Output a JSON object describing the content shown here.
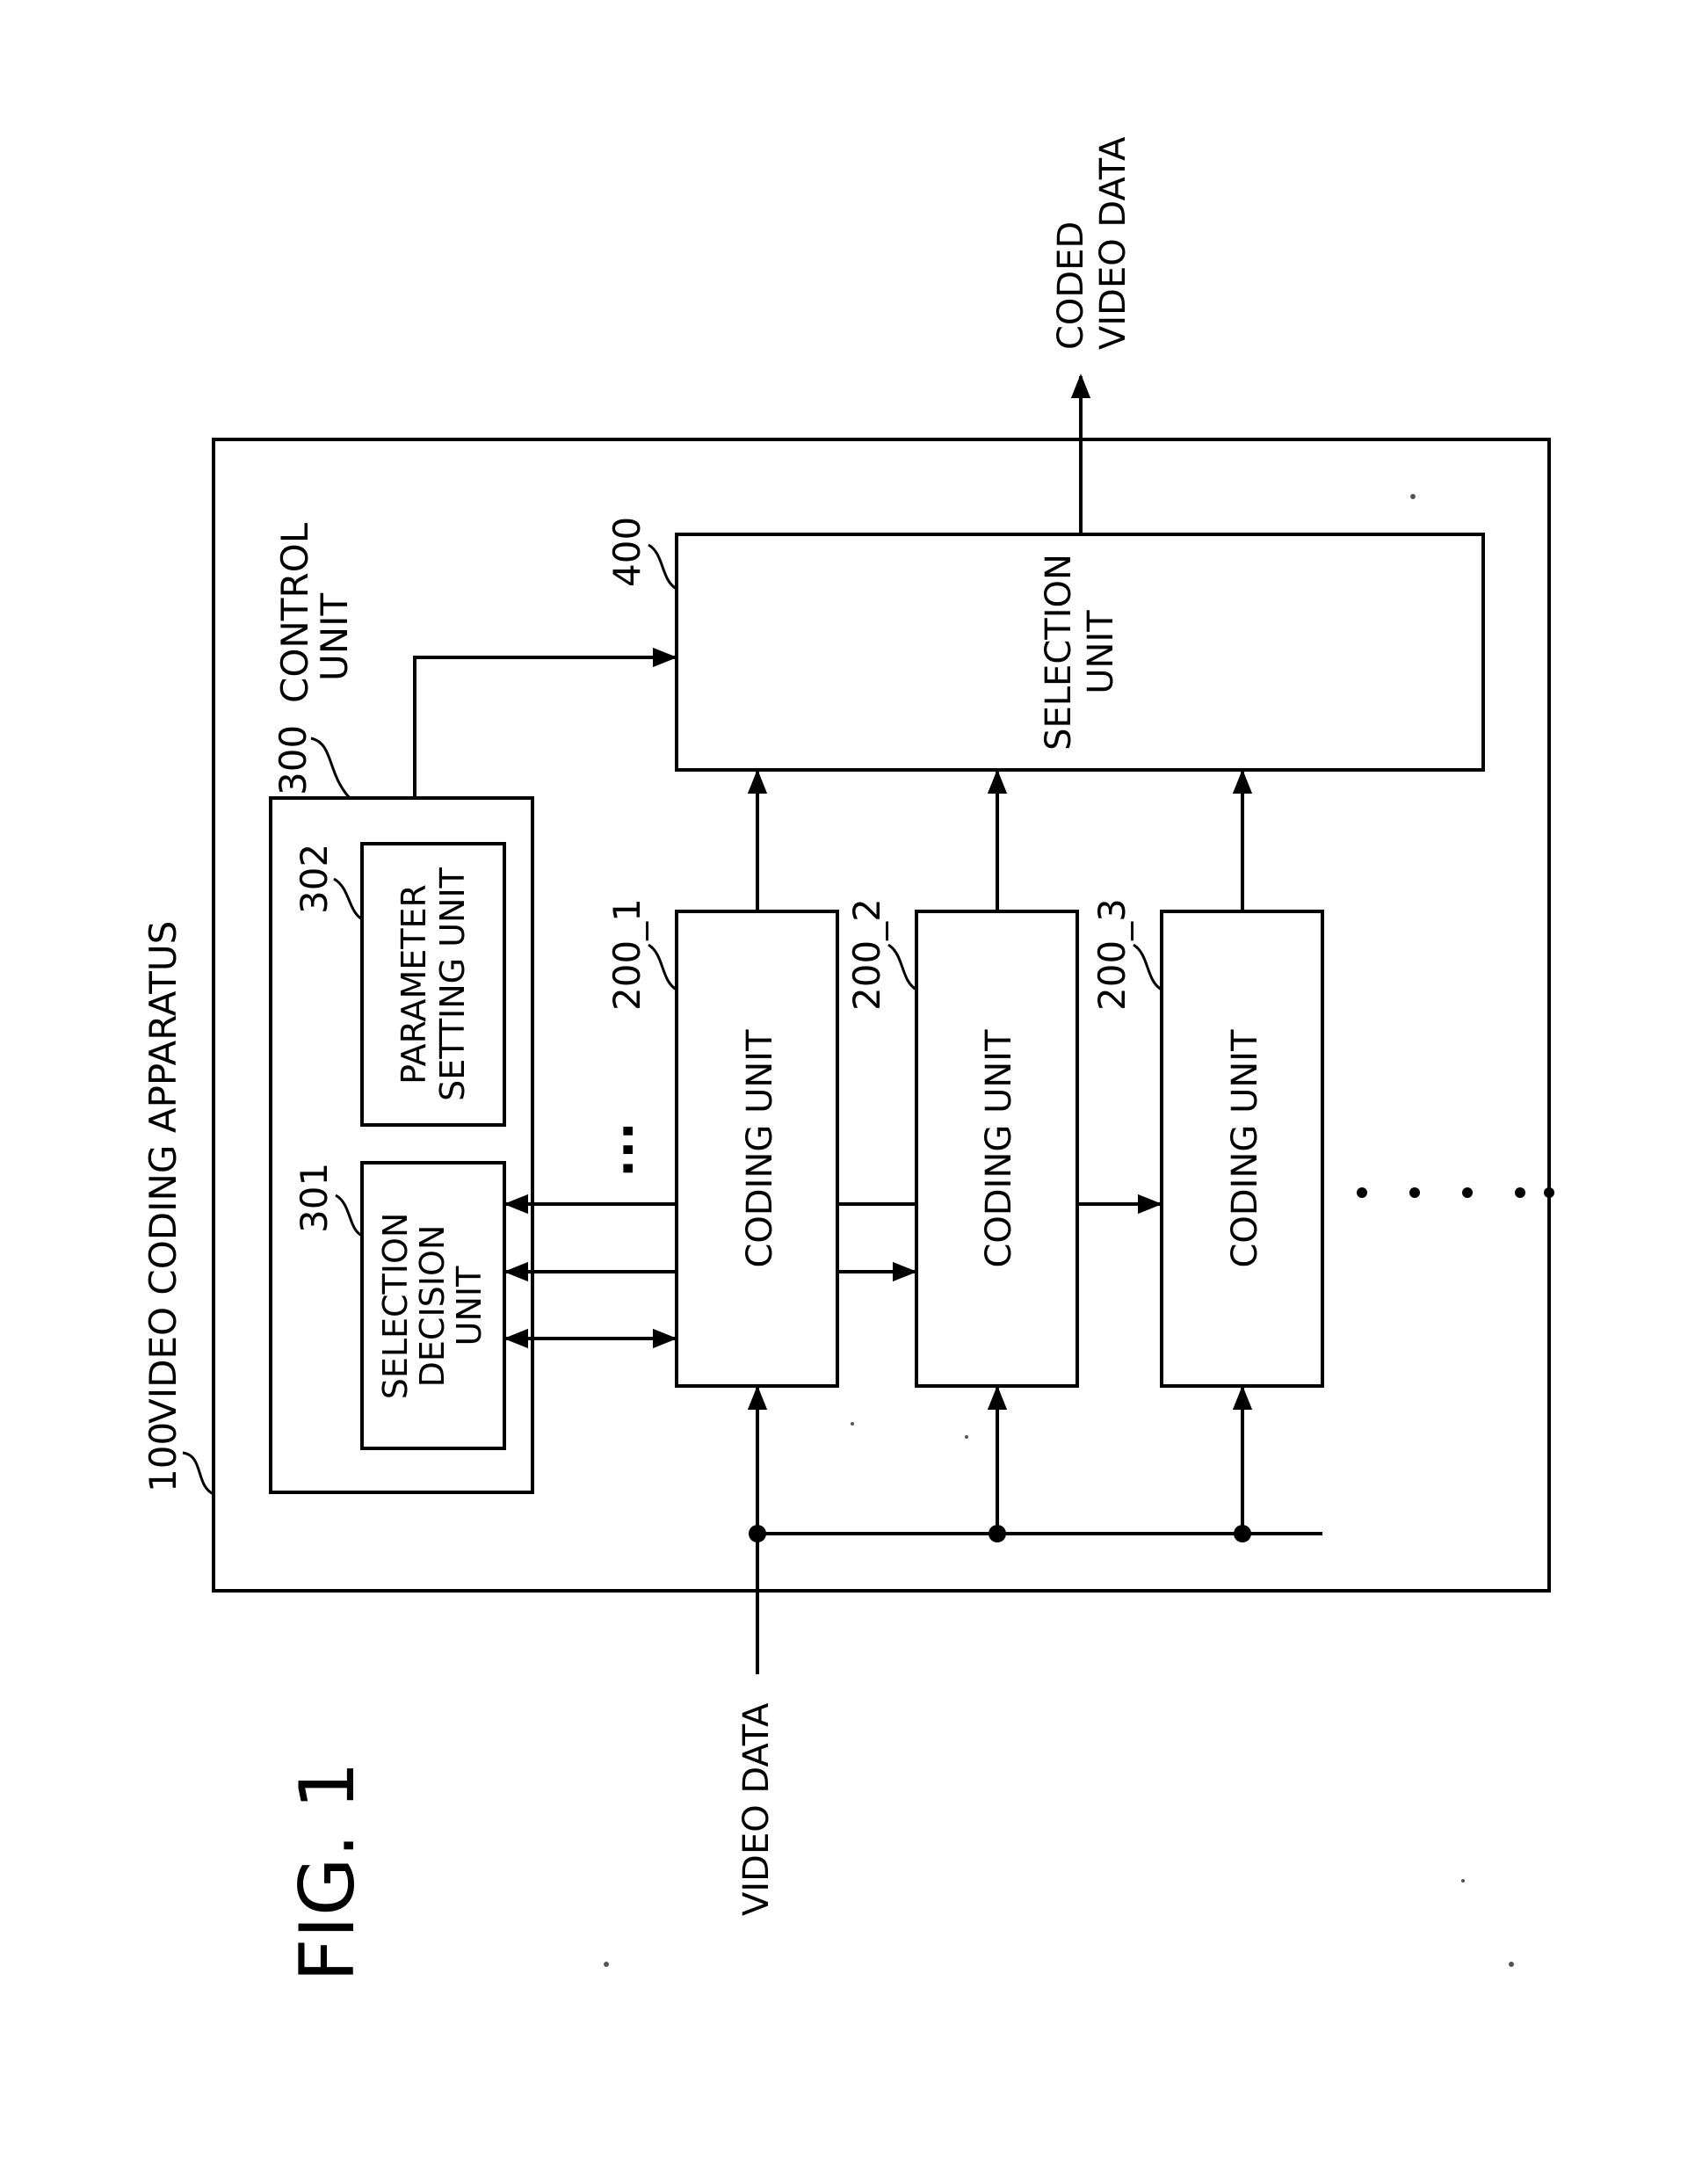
{
  "figure": {
    "label": "FIG. 1"
  },
  "apparatus": {
    "ref": "100",
    "name": "VIDEO CODING APPARATUS"
  },
  "control_unit": {
    "ref": "300",
    "name_line1": "CONTROL",
    "name_line2": "UNIT"
  },
  "selection_decision_unit": {
    "ref": "301",
    "line1": "SELECTION",
    "line2": "DECISION",
    "line3": "UNIT"
  },
  "parameter_setting_unit": {
    "ref": "302",
    "line1": "PARAMETER",
    "line2": "SETTING UNIT"
  },
  "selection_unit": {
    "ref": "400",
    "line1": "SELECTION",
    "line2": "UNIT"
  },
  "coding_units": [
    {
      "ref": "200_1",
      "name": "CODING UNIT"
    },
    {
      "ref": "200_2",
      "name": "CODING UNIT"
    },
    {
      "ref": "200_3",
      "name": "CODING UNIT"
    }
  ],
  "io": {
    "input": "VIDEO DATA",
    "output_line1": "CODED",
    "output_line2": "VIDEO DATA"
  },
  "ellipsis": "..."
}
